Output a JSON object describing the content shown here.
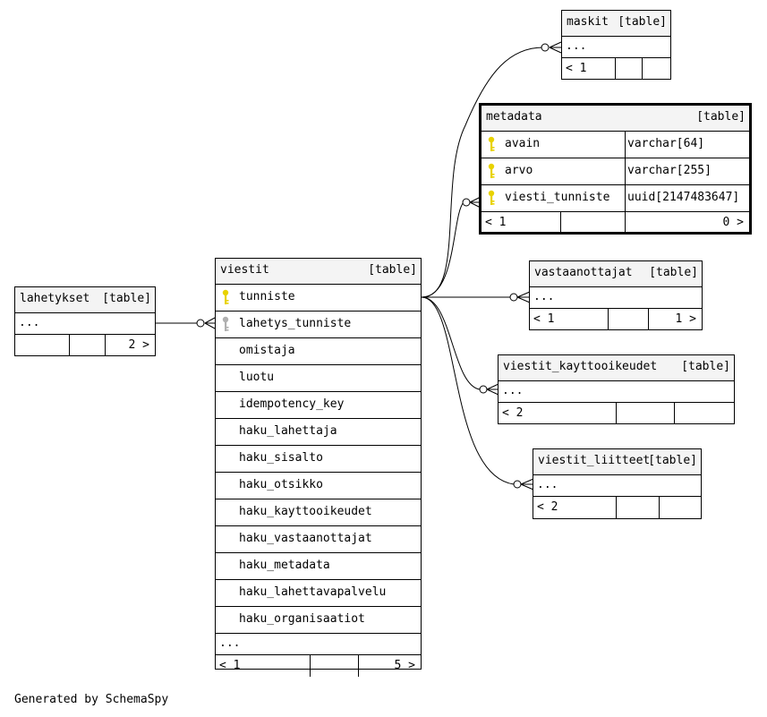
{
  "footer_text": "Generated by SchemaSpy",
  "key_colors": {
    "primary": "#e8d200",
    "foreign": "#b0b0b0"
  },
  "tables": {
    "lahetykset": {
      "name": "lahetykset",
      "tag": "[table]",
      "more": "...",
      "parents": "",
      "children": "2 >"
    },
    "viestit": {
      "name": "viestit",
      "tag": "[table]",
      "columns": [
        "tunniste",
        "lahetys_tunniste",
        "omistaja",
        "luotu",
        "idempotency_key",
        "haku_lahettaja",
        "haku_sisalto",
        "haku_otsikko",
        "haku_kayttooikeudet",
        "haku_vastaanottajat",
        "haku_metadata",
        "haku_lahettavapalvelu",
        "haku_organisaatiot"
      ],
      "more": "...",
      "parents": "< 1",
      "children": "5 >"
    },
    "maskit": {
      "name": "maskit",
      "tag": "[table]",
      "more": "...",
      "parents": "< 1",
      "children": ""
    },
    "metadata": {
      "name": "metadata",
      "tag": "[table]",
      "columns": [
        {
          "name": "avain",
          "type": "varchar[64]"
        },
        {
          "name": "arvo",
          "type": "varchar[255]"
        },
        {
          "name": "viesti_tunniste",
          "type": "uuid[2147483647]"
        }
      ],
      "parents": "< 1",
      "children": "0 >"
    },
    "vastaanottajat": {
      "name": "vastaanottajat",
      "tag": "[table]",
      "more": "...",
      "parents": "< 1",
      "children": "1 >"
    },
    "viestit_kayttooikeudet": {
      "name": "viestit_kayttooikeudet",
      "tag": "[table]",
      "more": "...",
      "parents": "< 2",
      "children": ""
    },
    "viestit_liitteet": {
      "name": "viestit_liitteet",
      "tag": "[table]",
      "more": "...",
      "parents": "< 2",
      "children": ""
    }
  }
}
